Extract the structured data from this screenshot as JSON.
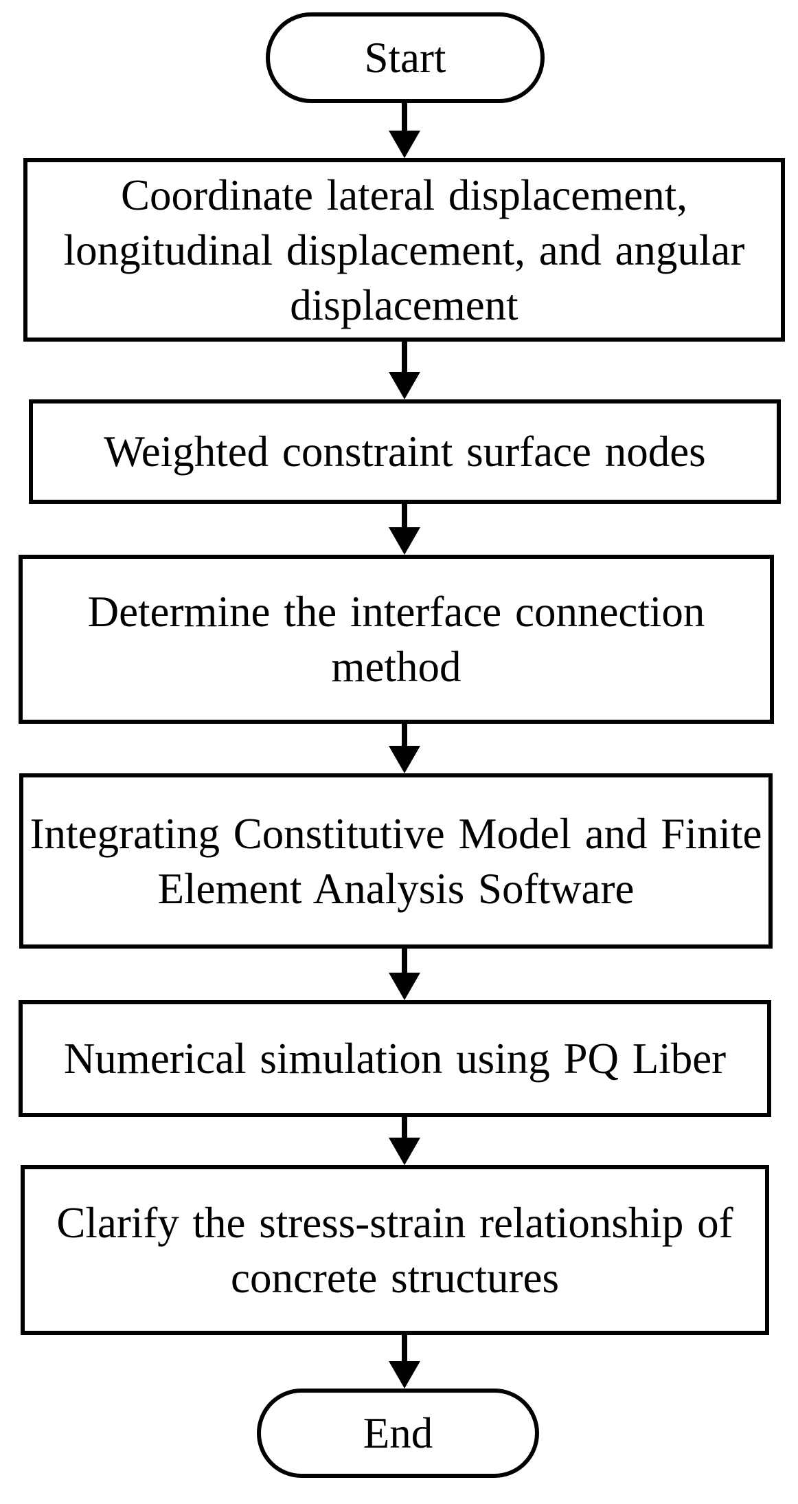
{
  "figure": {
    "background_color": "#ffffff",
    "stroke_color": "#000000",
    "nodes": [
      {
        "id": "start",
        "shape": "terminator",
        "lines": [
          "Start"
        ]
      },
      {
        "id": "coordinate-displacements",
        "shape": "process",
        "lines": [
          "Coordinate lateral displacement,",
          "longitudinal displacement, and angular",
          "displacement"
        ]
      },
      {
        "id": "weighted-constraint-nodes",
        "shape": "process",
        "lines": [
          "Weighted constraint surface nodes"
        ]
      },
      {
        "id": "interface-connection-method",
        "shape": "process",
        "lines": [
          "Determine the interface connection",
          "method"
        ]
      },
      {
        "id": "integrating-constitutive-model",
        "shape": "process",
        "lines": [
          "Integrating Constitutive Model and Finite",
          "Element Analysis Software"
        ]
      },
      {
        "id": "numerical-simulation",
        "shape": "process",
        "lines": [
          "Numerical simulation using PQ Liber"
        ]
      },
      {
        "id": "stress-strain-relationship",
        "shape": "process",
        "lines": [
          "Clarify the stress-strain relationship of",
          "concrete structures"
        ]
      },
      {
        "id": "end",
        "shape": "terminator",
        "lines": [
          "End"
        ]
      }
    ],
    "connectors": [
      "arrow-down",
      "arrow-down",
      "arrow-down",
      "arrow-down",
      "arrow-down",
      "arrow-down",
      "arrow-down"
    ]
  }
}
